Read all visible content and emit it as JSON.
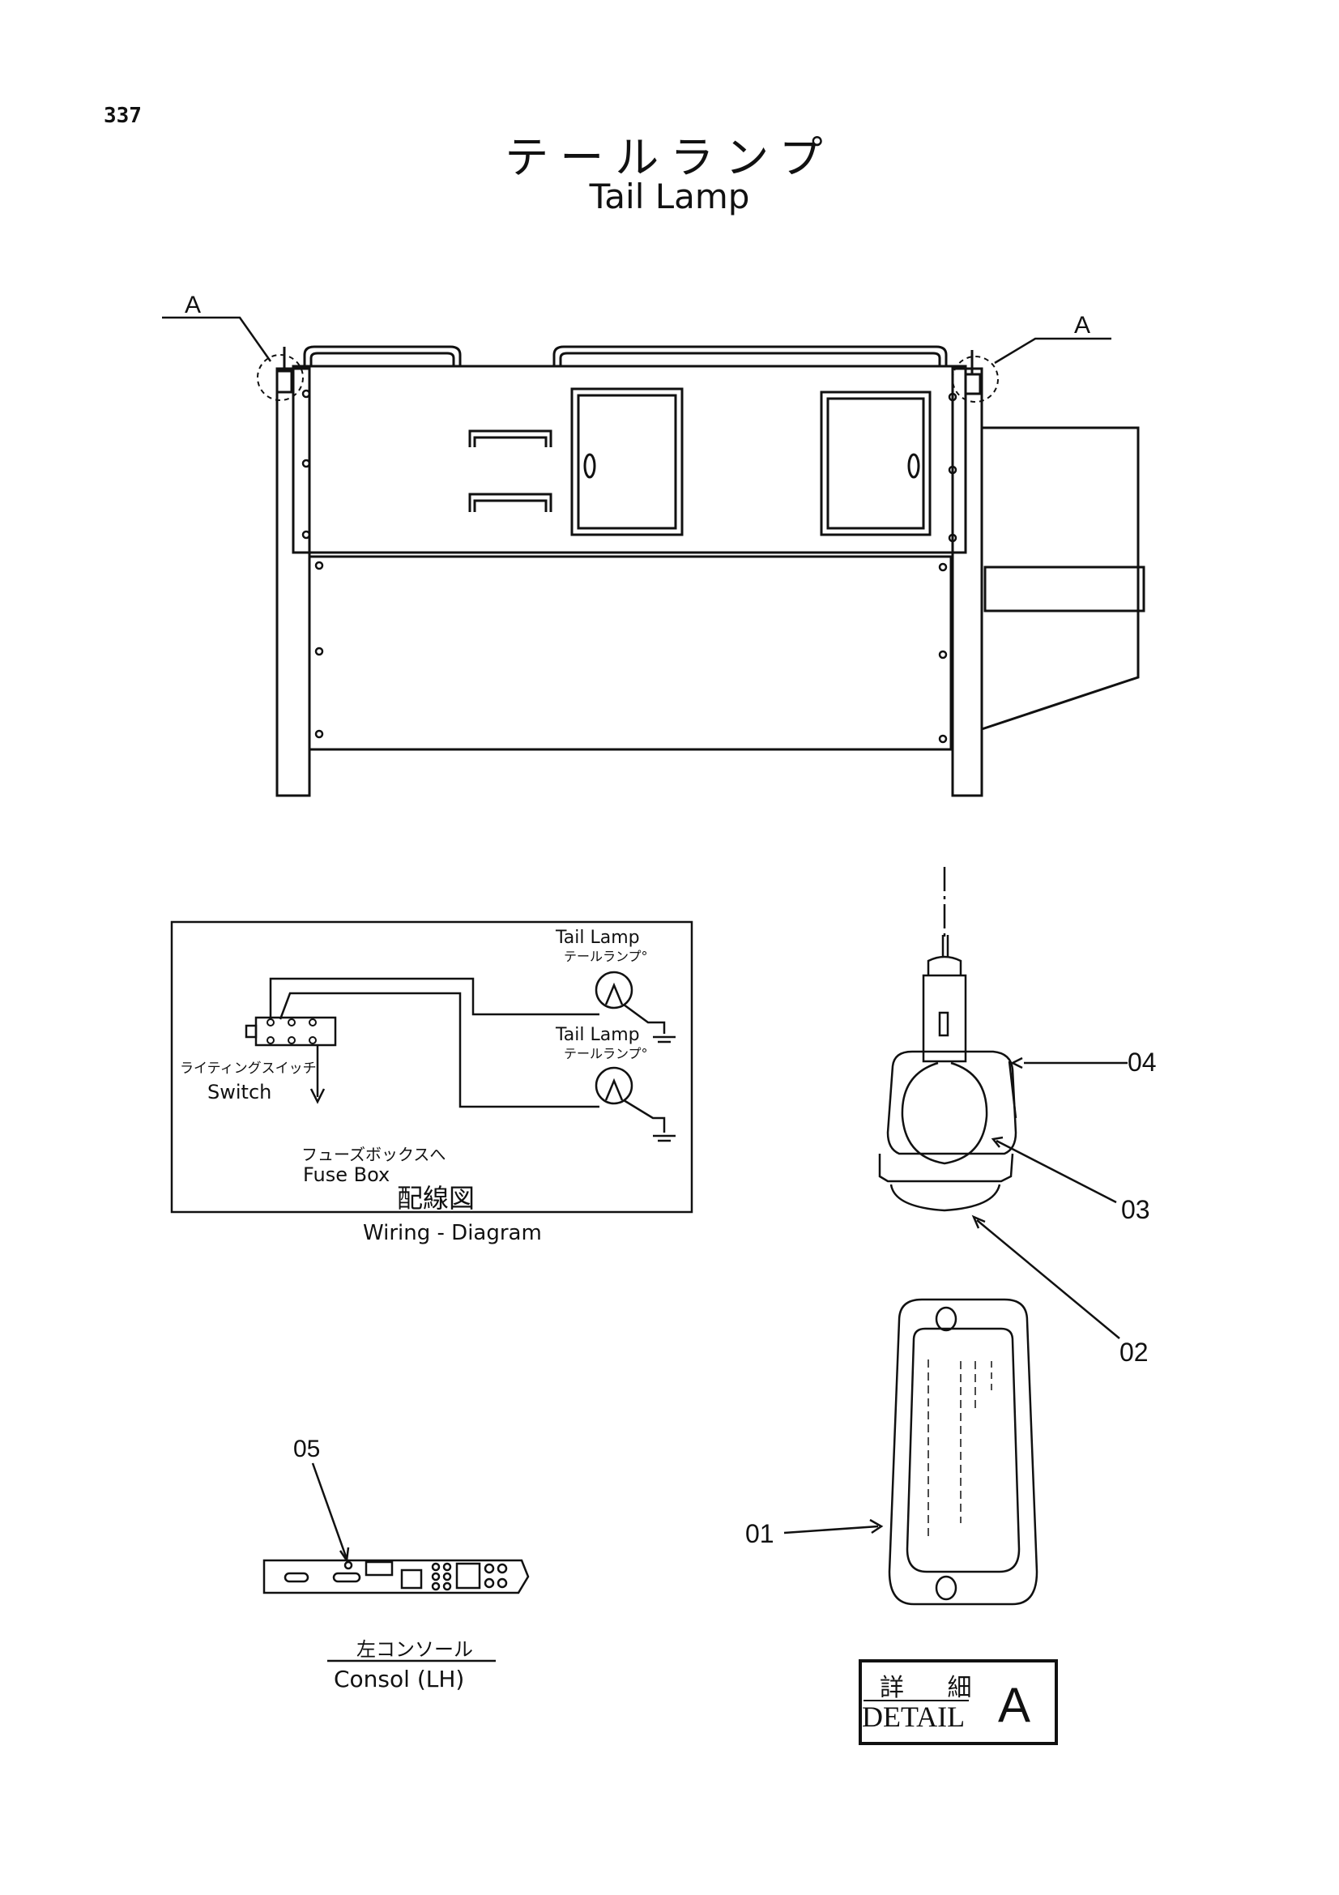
{
  "page": {
    "number": "337",
    "title_ja": "テールランプ",
    "title_en": "Tail Lamp"
  },
  "view_markers": {
    "left": "A",
    "right": "A"
  },
  "wiring": {
    "tail_lamp_upper_en": "Tail Lamp",
    "tail_lamp_upper_ja": "テールランプ°",
    "tail_lamp_lower_en": "Tail Lamp",
    "tail_lamp_lower_ja": "テールランプ°",
    "switch_ja": "ライティングスイッチ",
    "switch_en": "Switch",
    "fuse_ja": "フューズボックスへ",
    "fuse_en": "Fuse Box",
    "caption_ja": "配線図",
    "caption_en": "Wiring - Diagram"
  },
  "console": {
    "part_no": "05",
    "caption_ja": "左コンソール",
    "caption_en": "Consol (LH)"
  },
  "detail": {
    "parts": [
      "04",
      "03",
      "02",
      "01"
    ],
    "label_ja": "詳 細",
    "label_en": "DETAIL",
    "letter": "A"
  }
}
